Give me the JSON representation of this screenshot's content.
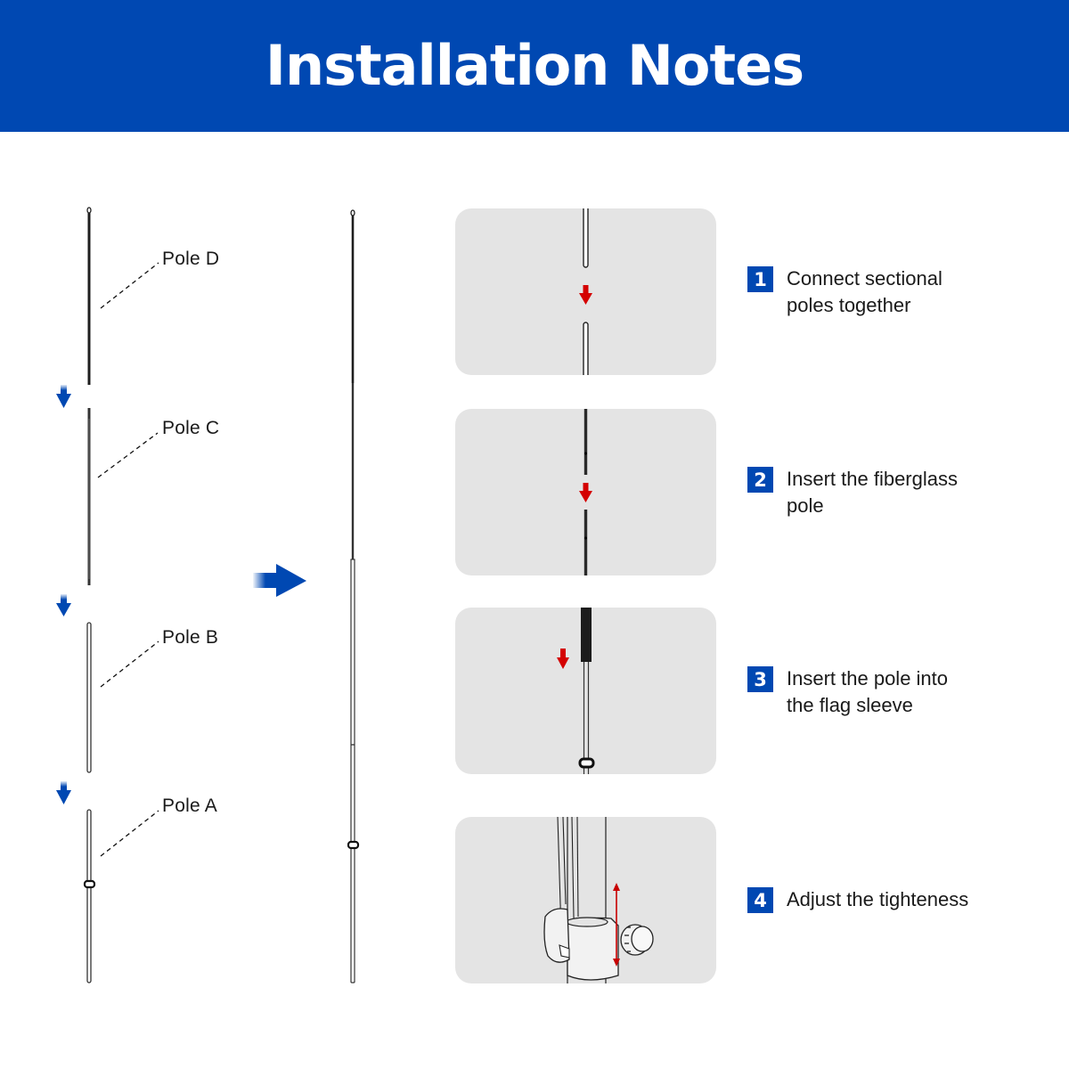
{
  "header": {
    "title": "Installation Notes"
  },
  "colors": {
    "brand_blue": "#0048b2",
    "panel_gray": "#e4e4e4",
    "arrow_red": "#d40000"
  },
  "exploded_view": {
    "poles": [
      {
        "label": "Pole D"
      },
      {
        "label": "Pole C"
      },
      {
        "label": "Pole B"
      },
      {
        "label": "Pole A"
      }
    ],
    "arrow_icon": "arrow-down-icon"
  },
  "assembly_arrow_icon": "arrow-right-icon",
  "steps": [
    {
      "number": "1",
      "text": "Connect sectional\npoles together"
    },
    {
      "number": "2",
      "text": "Insert the fiberglass\npole"
    },
    {
      "number": "3",
      "text": "Insert the pole into\nthe flag sleeve"
    },
    {
      "number": "4",
      "text": "Adjust the tighteness"
    }
  ]
}
